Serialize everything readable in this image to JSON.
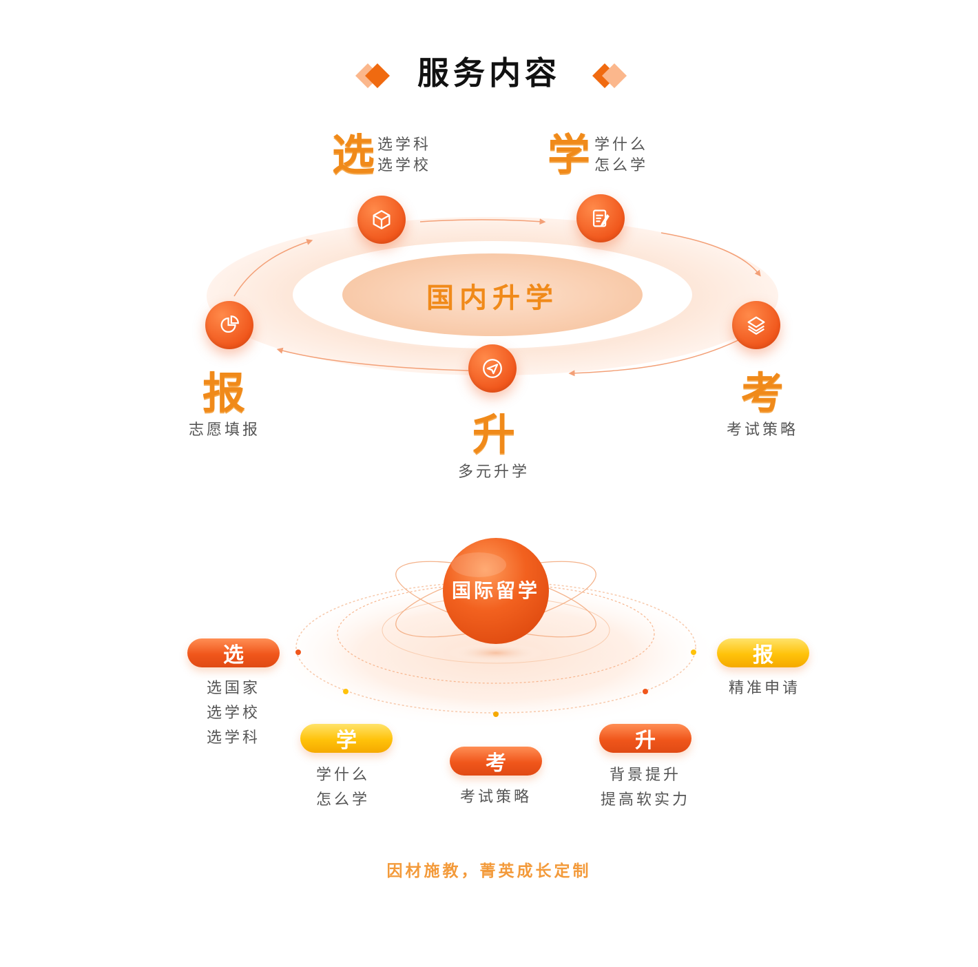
{
  "title": "服务内容",
  "domestic": {
    "center": "国内升学",
    "xuan": {
      "big": "选",
      "lines": [
        "选学科",
        "选学校"
      ]
    },
    "xue": {
      "big": "学",
      "lines": [
        "学什么",
        "怎么学"
      ]
    },
    "bao": {
      "big": "报",
      "text": "志愿填报"
    },
    "kao": {
      "big": "考",
      "text": "考试策略"
    },
    "sheng": {
      "big": "升",
      "text": "多元升学"
    }
  },
  "international": {
    "center": "国际留学",
    "xuan": {
      "label": "选",
      "lines": [
        "选国家",
        "选学校",
        "选学科"
      ]
    },
    "xue": {
      "label": "学",
      "lines": [
        "学什么",
        "怎么学"
      ]
    },
    "kao": {
      "label": "考",
      "lines": [
        "考试策略"
      ]
    },
    "sheng": {
      "label": "升",
      "lines": [
        "背景提升",
        "提高软实力"
      ]
    },
    "bao": {
      "label": "报",
      "lines": [
        "精准申请"
      ]
    }
  },
  "slogan": "因材施教，菁英成长定制",
  "colors": {
    "orange": "#f0561b",
    "accent": "#f08a1a",
    "yellow": "#ffc20a"
  }
}
